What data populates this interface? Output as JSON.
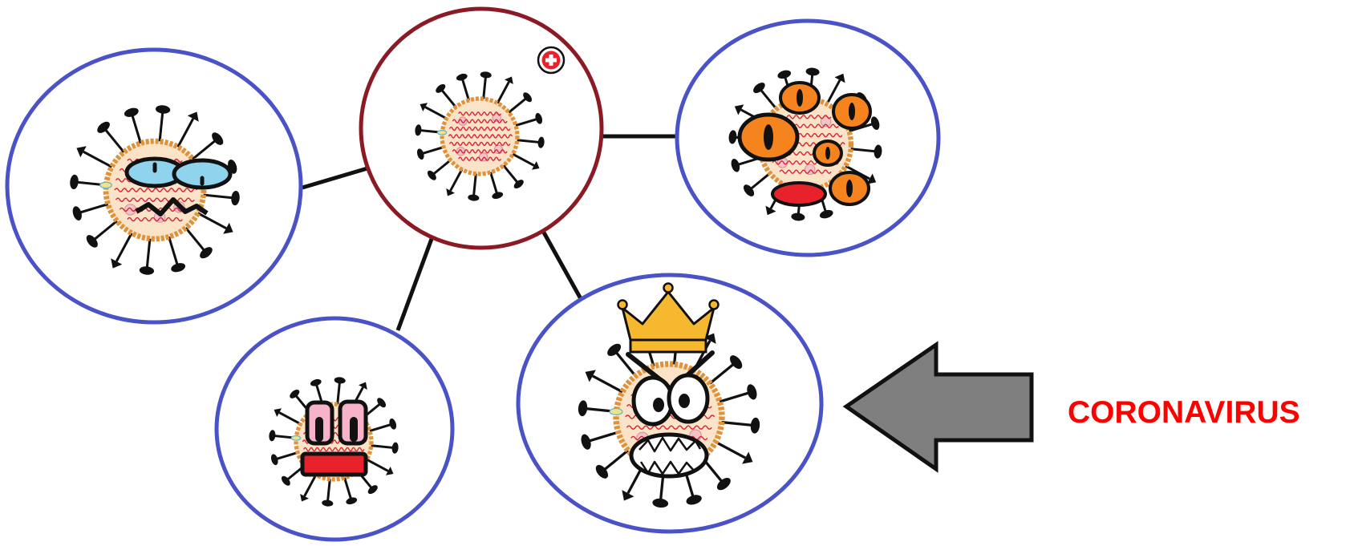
{
  "diagram": {
    "label": "CORONAVIRUS",
    "colors": {
      "background": "#ffffff",
      "variant_ring": "#4a52c8",
      "central_ring": "#8b1a24",
      "label": "#ff0000",
      "arrow_fill": "#7f7f7f",
      "connector": "#111111",
      "virion_shell": "#e0923a",
      "virion_inside": "#fbe3c8",
      "rna": "#d8233a",
      "spike": "#111111",
      "crown": "#f5b82e"
    },
    "central_node": {
      "name": "original-virus",
      "badge_icon": "red-cross-icon",
      "expression": "none"
    },
    "variant_nodes": [
      {
        "name": "variant-worried",
        "expression": "worried-eyes-zigzag-mouth",
        "eye_color": "#8fd3ec"
      },
      {
        "name": "variant-many-eyes",
        "expression": "many-eyes-open-mouth",
        "eye_color": "#f5841f"
      },
      {
        "name": "variant-shocked",
        "expression": "tall-eyes-rect-mouth",
        "eye_color": "#f7b3c9"
      },
      {
        "name": "variant-angry-king",
        "expression": "angry-crowned-fanged",
        "eye_color": "#ffffff"
      }
    ],
    "pointer": {
      "icon": "left-arrow-icon",
      "points_to": "variant-angry-king"
    }
  }
}
